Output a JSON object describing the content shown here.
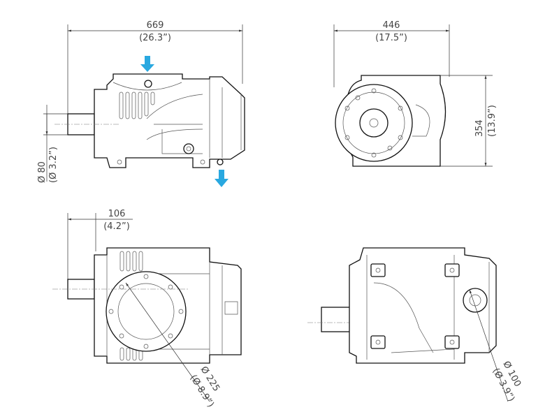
{
  "colors": {
    "arrow": "#29a8e0",
    "line": "#111111",
    "text": "#444444"
  },
  "side_view": {
    "length_mm": "669",
    "length_in": "(26.3”)",
    "shaft_diameter_mm": "Ø 80",
    "shaft_diameter_in": "(Ø 3.2”)",
    "icons": [
      "arrow-down-inlet-icon",
      "arrow-down-outlet-icon"
    ]
  },
  "front_view": {
    "width_mm": "446",
    "width_in": "(17.5”)",
    "height_mm": "354",
    "height_in": "(13.9”)"
  },
  "top_view": {
    "offset_mm": "106",
    "offset_in": "(4.2”)",
    "flange_diameter_mm": "Ø 225",
    "flange_diameter_in": "(Ø 8.9”)"
  },
  "rear_view": {
    "bore_diameter_mm": "Ø 100",
    "bore_diameter_in": "(Ø 3.9”)"
  }
}
